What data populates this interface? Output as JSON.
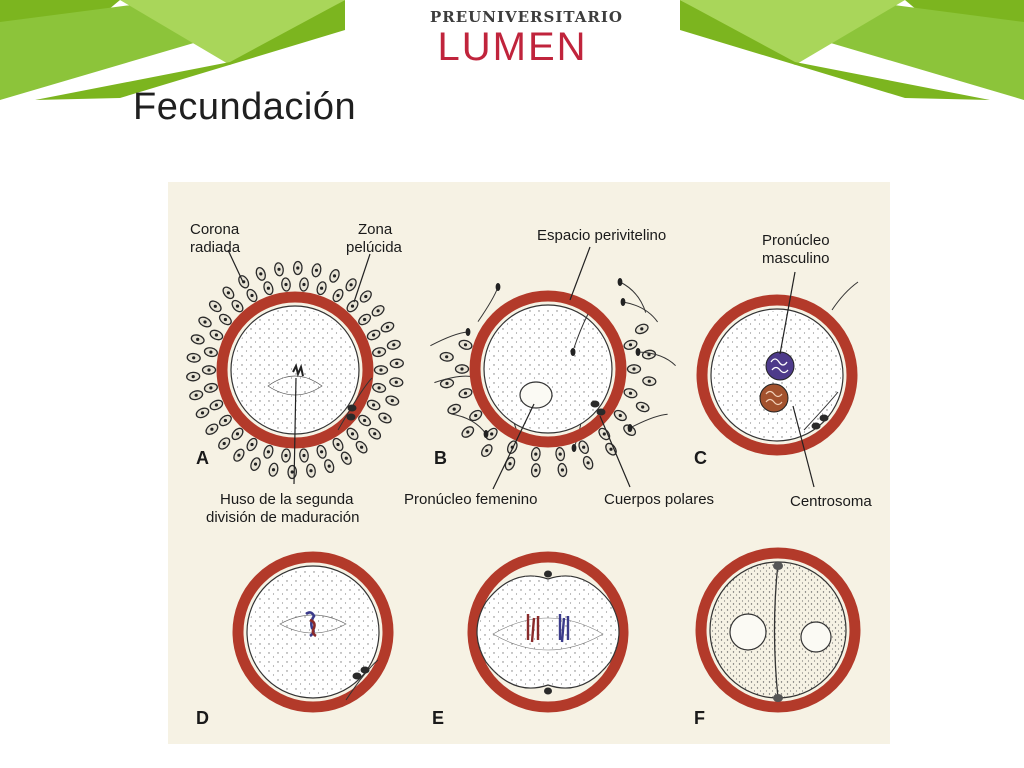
{
  "brand": {
    "top": "PREUNIVERSITARIO",
    "name": "LUMEN"
  },
  "slide": {
    "title": "Fecundación"
  },
  "colors": {
    "green_dark": "#7cb51f",
    "green_light": "#a9d65a",
    "brand_red": "#c0243c",
    "zona": "#b33a2a",
    "figure_bg": "#f6f2e4"
  },
  "labels": {
    "corona_radiada": [
      "Corona",
      "radiada"
    ],
    "zona_pelucida": [
      "Zona",
      "pelúcida"
    ],
    "espacio_perivitelino": "Espacio perivitelino",
    "pronucleo_masculino": [
      "Pronúcleo",
      "masculino"
    ],
    "huso": [
      "Huso de la segunda",
      "división de maduración"
    ],
    "pronucleo_femenino": "Pronúcleo femenino",
    "cuerpos_polares": "Cuerpos polares",
    "centrosoma": "Centrosoma"
  },
  "panels": [
    "A",
    "B",
    "C",
    "D",
    "E",
    "F"
  ]
}
